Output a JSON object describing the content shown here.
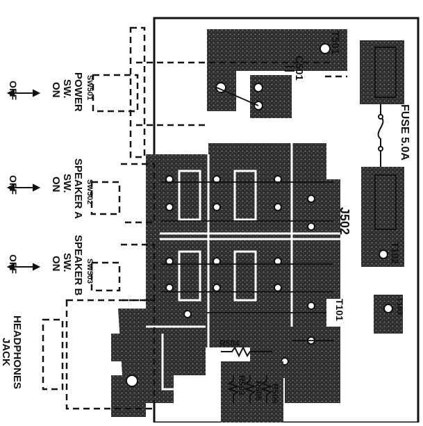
{
  "labels": {
    "t501": "T501",
    "c501": "C501",
    "fuse": "FUSE 5.0A",
    "j502": "J502",
    "t102": "T102",
    "t103": "T103",
    "t101": "T101",
    "r504": "R504",
    "r503": "R503",
    "r505": "R505",
    "r506": "R506",
    "sw501": {
      "ref": "SW501",
      "name": "POWER",
      "type": "SW.",
      "on": "ON",
      "off": "OFF"
    },
    "sw502": {
      "ref": "SW502",
      "name": "SPEAKER A",
      "type": "SW.",
      "on": "ON",
      "off": "OFF"
    },
    "sw503": {
      "ref": "SW503",
      "name": "SPEAKER B",
      "type": "SW.",
      "on": "ON",
      "off": "OFF"
    },
    "headphones": {
      "line1": "HEADPHONES",
      "line2": "JACK"
    }
  },
  "colors": {
    "copper": "#3a3a3a",
    "ink": "#111111",
    "board": "#ffffff"
  }
}
